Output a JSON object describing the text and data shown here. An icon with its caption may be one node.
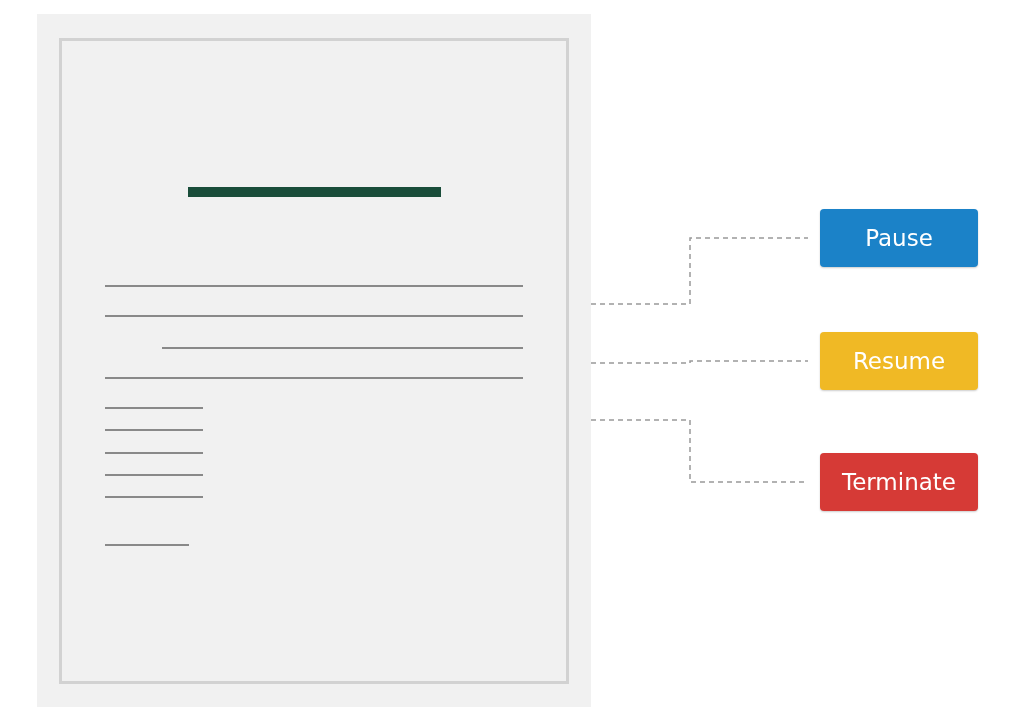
{
  "diagram": {
    "nodes": [
      {
        "text": [],
        "shape": "picture"
      },
      {
        "text": [
          "Pause"
        ]
      },
      {
        "text": [
          "Resume"
        ]
      },
      {
        "text": [
          "Terminate"
        ]
      }
    ],
    "edges": [
      {
        "from": 0,
        "to": 1,
        "arrow": "none",
        "style": "dashed"
      },
      {
        "from": 0,
        "to": 2,
        "arrow": "none",
        "style": "dashed"
      },
      {
        "from": 0,
        "to": 3,
        "arrow": "none",
        "style": "dashed"
      }
    ]
  }
}
